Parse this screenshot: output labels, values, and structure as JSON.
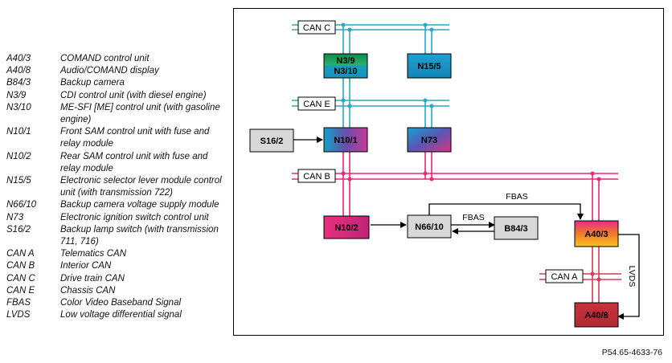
{
  "legend": [
    {
      "code": "A40/3",
      "desc": "COMAND control unit"
    },
    {
      "code": "A40/8",
      "desc": "Audio/COMAND display"
    },
    {
      "code": "B84/3",
      "desc": "Backup camera"
    },
    {
      "code": "N3/9",
      "desc": "CDI control unit (with diesel engine)"
    },
    {
      "code": "N3/10",
      "desc": "ME-SFI [ME] control unit (with gasoline engine)"
    },
    {
      "code": "N10/1",
      "desc": "Front SAM control unit with fuse and relay module"
    },
    {
      "code": "N10/2",
      "desc": "Rear SAM control unit with fuse and relay module"
    },
    {
      "code": "N15/5",
      "desc": "Electronic selector lever module control unit (with transmission 722)"
    },
    {
      "code": "N66/10",
      "desc": "Backup camera voltage supply module"
    },
    {
      "code": "N73",
      "desc": "Electronic ignition switch control unit"
    },
    {
      "code": "S16/2",
      "desc": "Backup lamp switch (with transmission 711, 716)"
    },
    {
      "code": "CAN A",
      "desc": "Telematics CAN"
    },
    {
      "code": "CAN B",
      "desc": "Interior CAN"
    },
    {
      "code": "CAN C",
      "desc": "Drive train CAN"
    },
    {
      "code": "CAN E",
      "desc": "Chassis CAN"
    },
    {
      "code": "FBAS",
      "desc": "Color Video Baseband Signal"
    },
    {
      "code": "LVDS",
      "desc": "Low voltage differential signal"
    }
  ],
  "diagram": {
    "buses": {
      "can_c": "CAN C",
      "can_e": "CAN E",
      "can_b": "CAN B",
      "can_a": "CAN A"
    },
    "units": {
      "n3": "N3/9\nN3/10",
      "n15_5": "N15/5",
      "s16_2": "S16/2",
      "n10_1": "N10/1",
      "n73": "N73",
      "n10_2": "N10/2",
      "n66_10": "N66/10",
      "b84_3": "B84/3",
      "a40_3": "A40/3",
      "a40_8": "A40/8"
    },
    "signals": {
      "fbas_top": "FBAS",
      "fbas_mid": "FBAS",
      "lvds": "LVDS"
    },
    "colors": {
      "can_cyan": "#2aa7c7",
      "can_pink": "#e8267a",
      "wire": "#000000"
    }
  },
  "doc_ref": "P54.65-4633-76"
}
